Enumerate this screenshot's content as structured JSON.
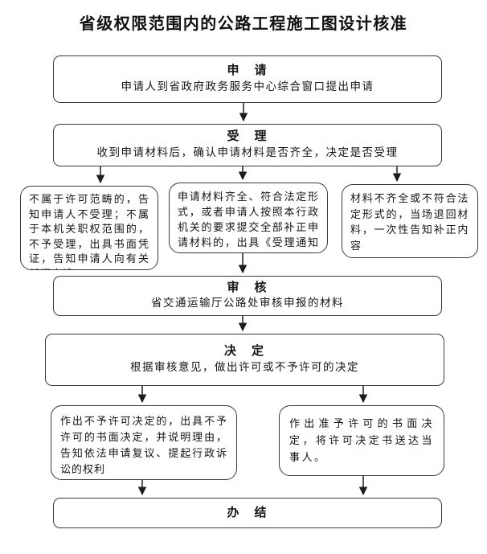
{
  "title": "省级权限范围内的公路工程施工图设计核准",
  "flowchart": {
    "apply": {
      "heading": "申　请",
      "body": "申请人到省政府政务服务中心综合窗口提出申请"
    },
    "accept": {
      "heading": "受　理",
      "body": "收到申请材料后，确认申请材料是否齐全，决定是否受理"
    },
    "not_accepted": {
      "body": "不属于许可范畴的，告知申请人不受理；不属于本机关职权范围的，不予受理，出具书面凭证，告知申请人向有关部门申请"
    },
    "accepted": {
      "body": "申请材料齐全、符合法定形式，或者申请人按照本行政机关的要求提交全部补正申请材料的，出具《受理通知书》"
    },
    "returned": {
      "body": "材料不齐全或不符合法定形式的，当场退回材料，一次性告知补正内容"
    },
    "review": {
      "heading": "审　核",
      "body": "省交通运输厅公路处审核申报的材料"
    },
    "decide": {
      "heading": "决　定",
      "body": "根据审核意见，做出许可或不予许可的决定"
    },
    "deny": {
      "body": "作出不予许可决定的，出具不予许可的书面决定，并说明理由，告知依法申请复议、提起行政诉讼的权利"
    },
    "grant": {
      "body": "作出准予许可的书面决定，将许可决定书送达当事人。"
    },
    "done": {
      "heading": "办　结"
    }
  }
}
